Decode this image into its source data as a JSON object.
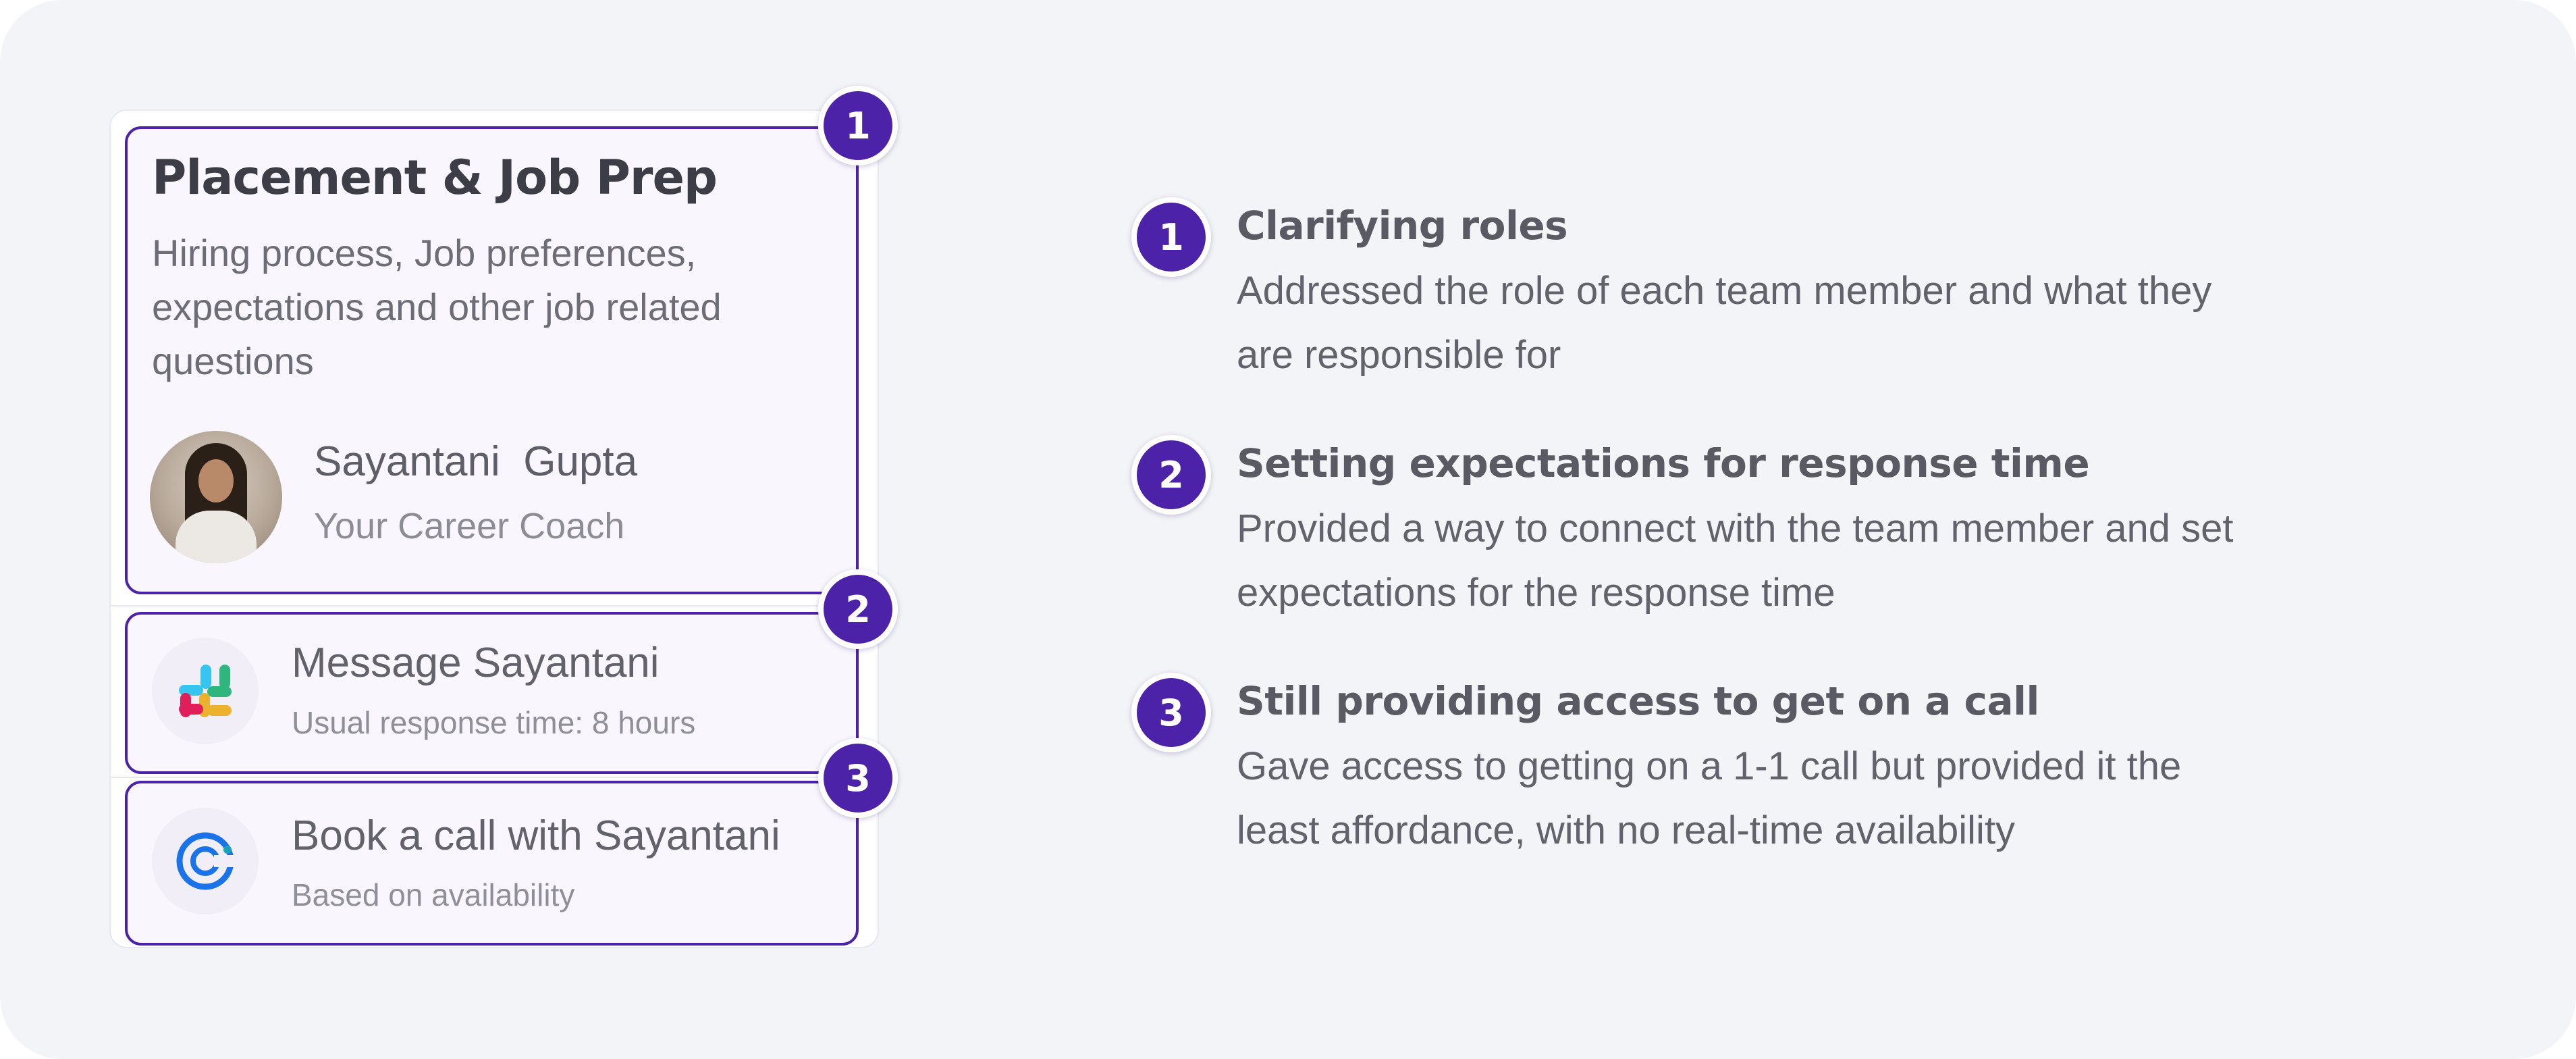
{
  "card": {
    "title": "Placement & Job Prep",
    "description": "Hiring process, Job preferences, expectations and other job related questions",
    "coach_name": "Sayantani  Gupta",
    "coach_role": "Your Career Coach",
    "message_title": "Message Sayantani",
    "message_subtitle": "Usual response time: 8 hours",
    "call_title": "Book a call with Sayantani",
    "call_subtitle": "Based on availability"
  },
  "badges": [
    "1",
    "2",
    "3"
  ],
  "points": [
    {
      "number": "1",
      "title": "Clarifying roles",
      "body": "Addressed the role of each team member and what they are responsible for"
    },
    {
      "number": "2",
      "title": "Setting expectations for response time",
      "body": "Provided a way to connect with the team member and set expectations for the response time"
    },
    {
      "number": "3",
      "title": "Still providing access to get on a call",
      "body": "Gave access to getting on a 1-1 call but provided it the least affordance, with no real-time availability"
    }
  ],
  "colors": {
    "accent": "#4c22a8",
    "background": "#f3f4f7",
    "section_fill": "#f9f7fd"
  },
  "icons": {
    "message": "slack-icon",
    "call": "calendly-icon"
  }
}
